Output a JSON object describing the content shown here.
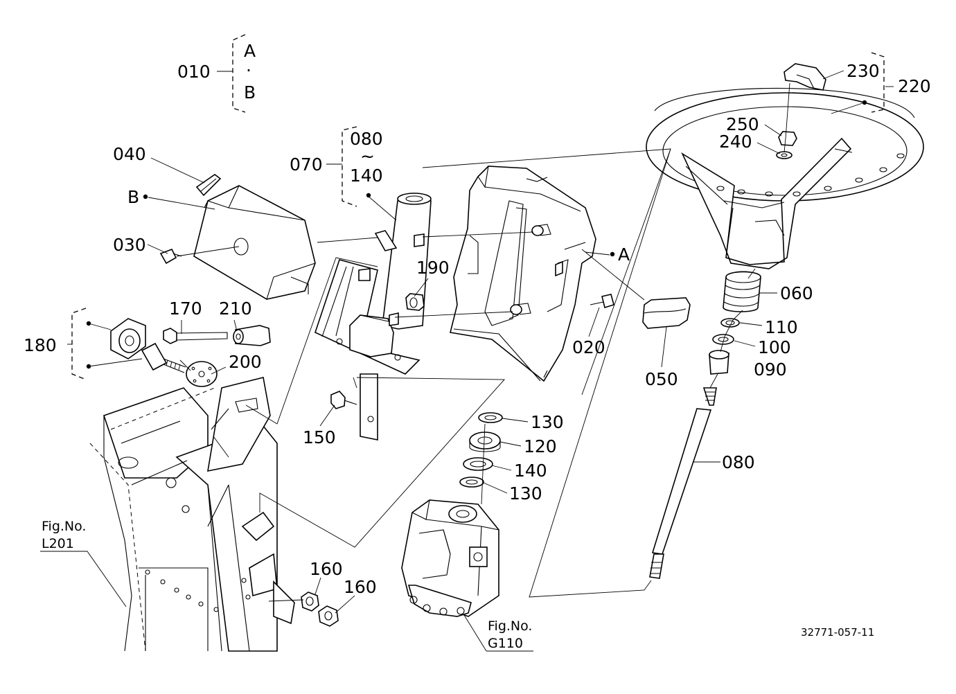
{
  "labels": {
    "p010": "010",
    "a1": "A",
    "dot": "·",
    "b1": "B",
    "p040": "040",
    "bRef": "B",
    "p030": "030",
    "p070": "070",
    "p080top": "080",
    "tilde": "~",
    "p140top": "140",
    "p190": "190",
    "aRef": "A",
    "p020": "020",
    "p050": "050",
    "p230": "230",
    "p220": "220",
    "p250": "250",
    "p240": "240",
    "p060": "060",
    "p110": "110",
    "p100": "100",
    "p090": "090",
    "p080": "080",
    "p170": "170",
    "p210": "210",
    "p180": "180",
    "p200": "200",
    "p150": "150",
    "p130a": "130",
    "p120": "120",
    "p140": "140",
    "p130b": "130",
    "p160a": "160",
    "p160b": "160"
  },
  "figrefs": {
    "l201_title": "Fig.No.",
    "l201_num": "L201",
    "g110_title": "Fig.No.",
    "g110_num": "G110"
  },
  "drawing_code": "32771-057-11"
}
